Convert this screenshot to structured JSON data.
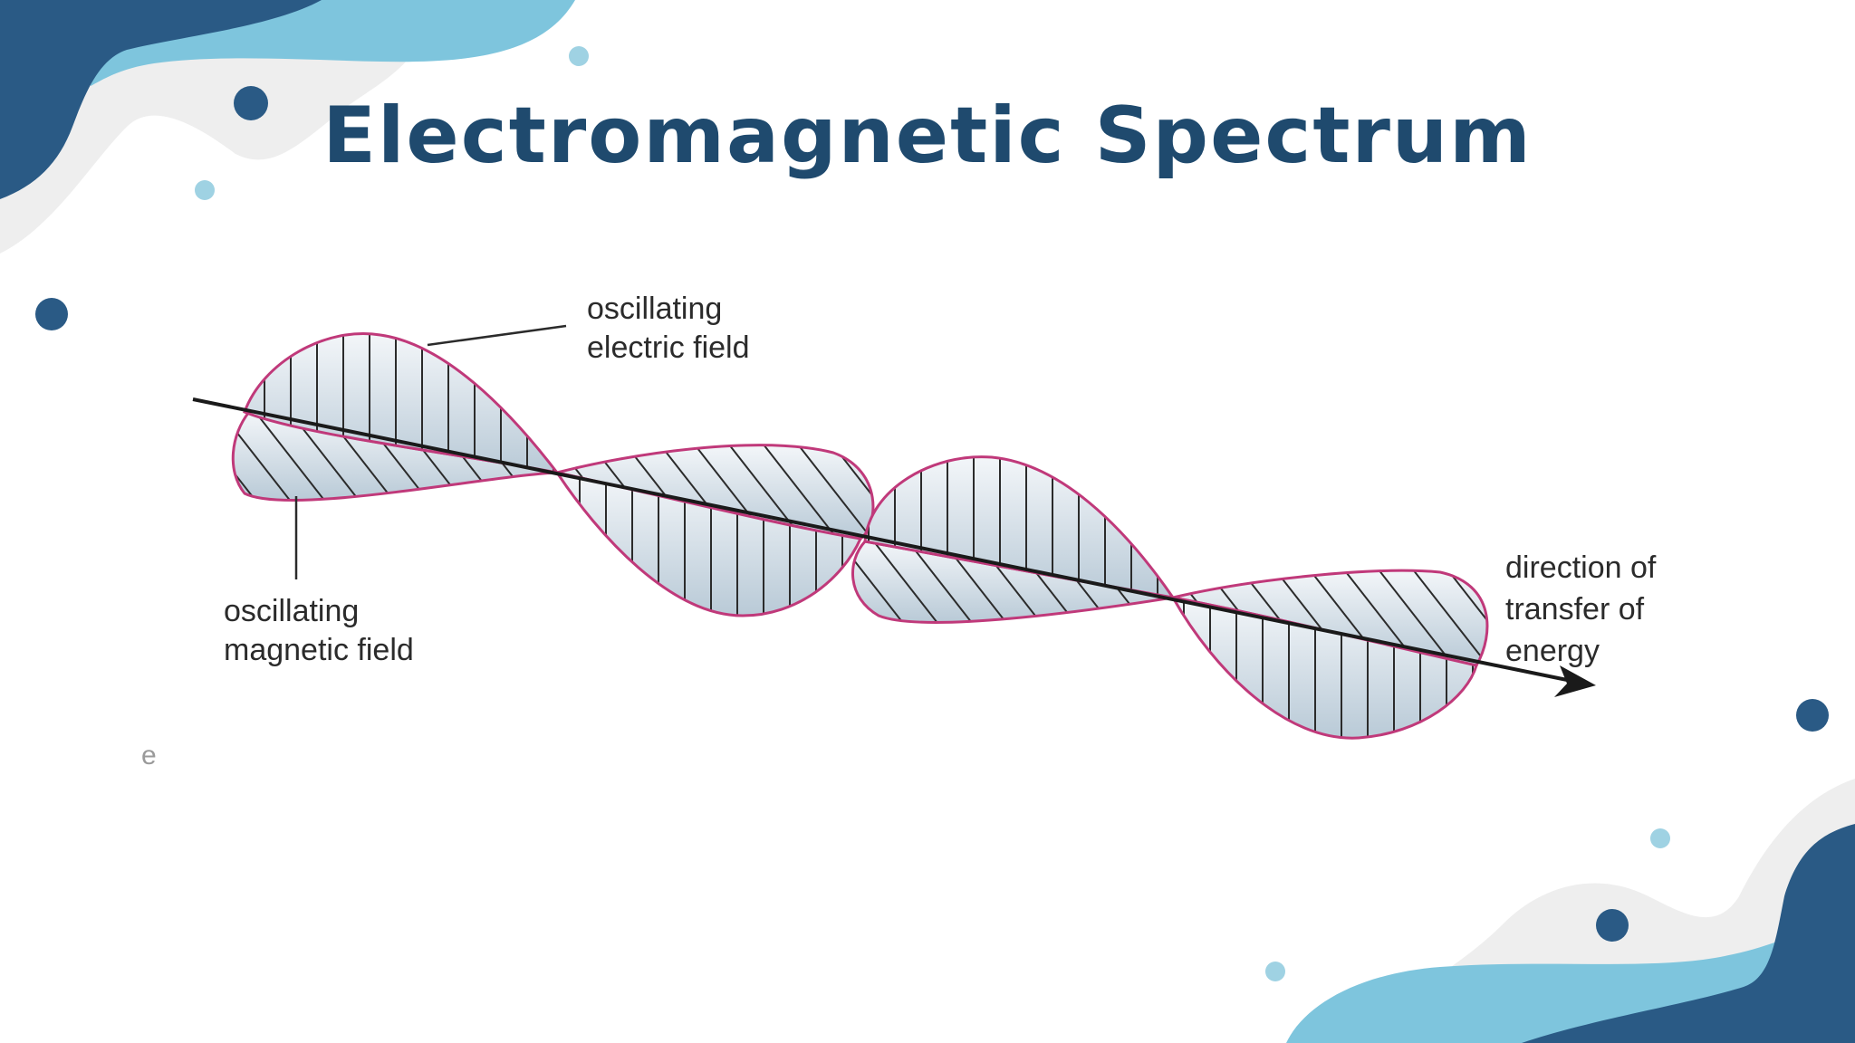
{
  "slide": {
    "title": "Electromagnetic Spectrum"
  },
  "diagram": {
    "electric_label": [
      "oscillating",
      "electric field"
    ],
    "magnetic_label": [
      "oscillating",
      "magnetic field"
    ],
    "direction_label": [
      "direction of",
      "transfer of",
      "energy"
    ],
    "stray_glyph": "e"
  },
  "colors": {
    "title": "#1f4a6e",
    "navy_blob": "#2a5a85",
    "light_blue_blob": "#7ec5dd",
    "grey_blob": "#eeeeee",
    "wave_outline": "#c0397a",
    "wave_fill": "#cfdce6",
    "axis": "#1a1a1a"
  }
}
